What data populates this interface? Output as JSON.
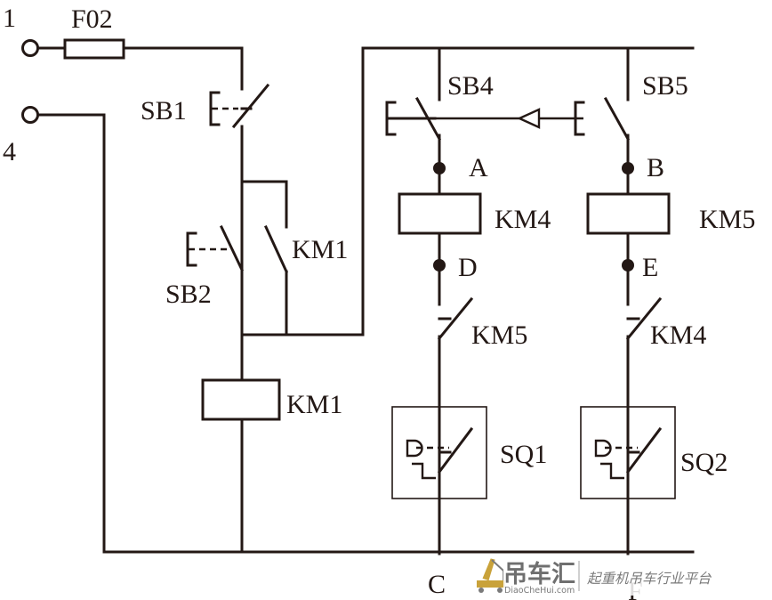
{
  "terminals": {
    "top": "1",
    "bottom": "4"
  },
  "components": {
    "fuse": "F02",
    "stop_button": "SB1",
    "start_button": "SB2",
    "hold_contact": "KM1",
    "main_coil": "KM1",
    "forward_button": "SB4",
    "reverse_button": "SB5",
    "forward_coil": "KM4",
    "reverse_coil": "KM5",
    "interlock_left": "KM5",
    "interlock_right": "KM4",
    "limit_left": "SQ1",
    "limit_right": "SQ2"
  },
  "nodes": {
    "a": "A",
    "b": "B",
    "d": "D",
    "e": "E",
    "c": "C",
    "f": "F"
  },
  "watermark": {
    "name_cn": "吊车汇",
    "domain": "DiaoCheHui.com",
    "tagline": "起重机吊车行业平台",
    "colors": {
      "gray": "#7a7a7a",
      "gold": "#c9a23a"
    }
  }
}
